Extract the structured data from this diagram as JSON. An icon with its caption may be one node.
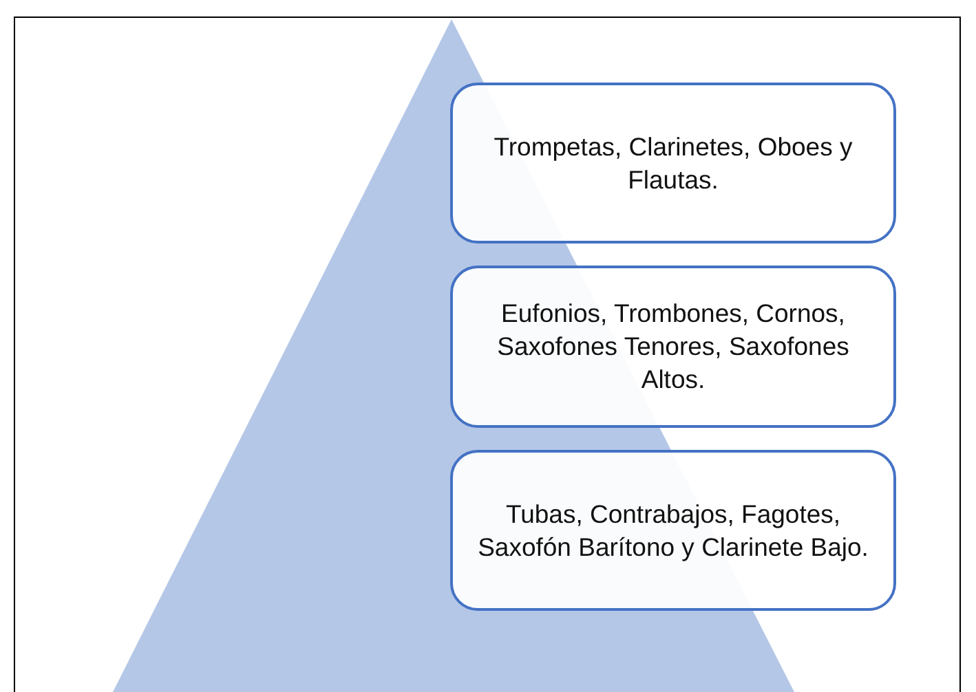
{
  "diagram": {
    "nodes": [
      {
        "text": [
          "Trompetas, Clarinetes, Oboes y Flautas."
        ]
      },
      {
        "text": [
          "Eufonios, Trombones, Cornos, Saxofones Tenores, Saxofones Altos."
        ]
      },
      {
        "text": [
          "Tubas, Contrabajos, Fagotes, Saxofón Barítono y Clarinete Bajo."
        ]
      }
    ]
  }
}
